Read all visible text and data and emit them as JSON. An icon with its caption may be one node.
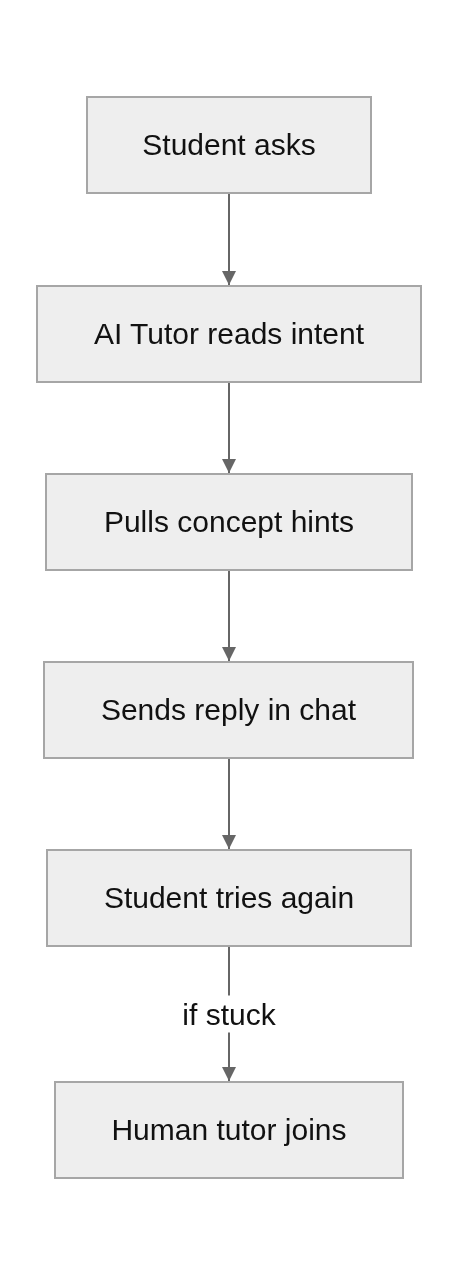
{
  "diagram": {
    "nodes": [
      {
        "text": [
          "Student asks"
        ]
      },
      {
        "text": [
          "AI Tutor reads intent"
        ]
      },
      {
        "text": [
          "Pulls concept hints"
        ]
      },
      {
        "text": [
          "Sends reply in chat"
        ]
      },
      {
        "text": [
          "Student tries again"
        ]
      },
      {
        "text": [
          "Human tutor joins"
        ]
      }
    ],
    "edges": [
      {
        "from": 0,
        "to": 1,
        "arrow": "to"
      },
      {
        "from": 1,
        "to": 2,
        "arrow": "to"
      },
      {
        "from": 2,
        "to": 3,
        "arrow": "to"
      },
      {
        "from": 3,
        "to": 4,
        "arrow": "to"
      },
      {
        "from": 4,
        "to": 5,
        "arrow": "to",
        "label": "if stuck"
      }
    ]
  }
}
